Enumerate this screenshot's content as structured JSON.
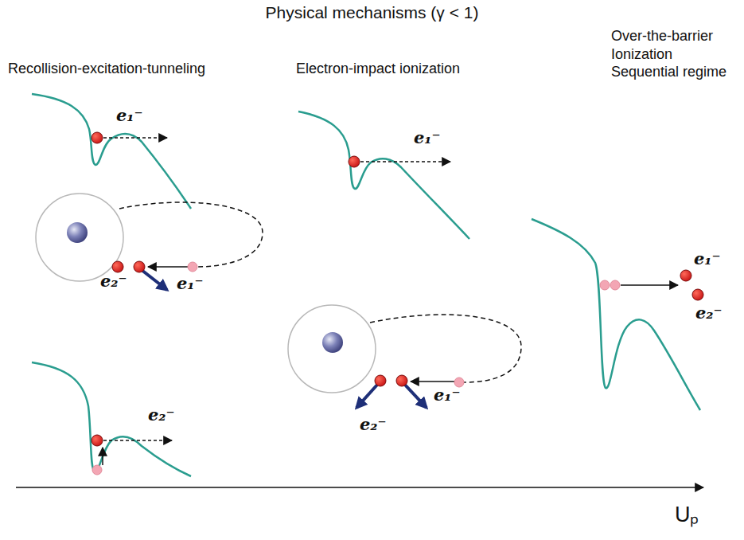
{
  "diagram": {
    "title": "Physical mechanisms (γ < 1)",
    "labels": [
      "Recollision-excitation-tunneling",
      "Electron-impact ionization",
      "Over-the-barrier Ionization Sequential regime",
      "e₁⁻",
      "e₂⁻",
      "e₁⁻",
      "e₂⁻",
      "e₁⁻",
      "e₂⁻",
      "e₁⁻",
      "e₁⁻",
      "e₂⁻",
      "Uₚ"
    ]
  }
}
